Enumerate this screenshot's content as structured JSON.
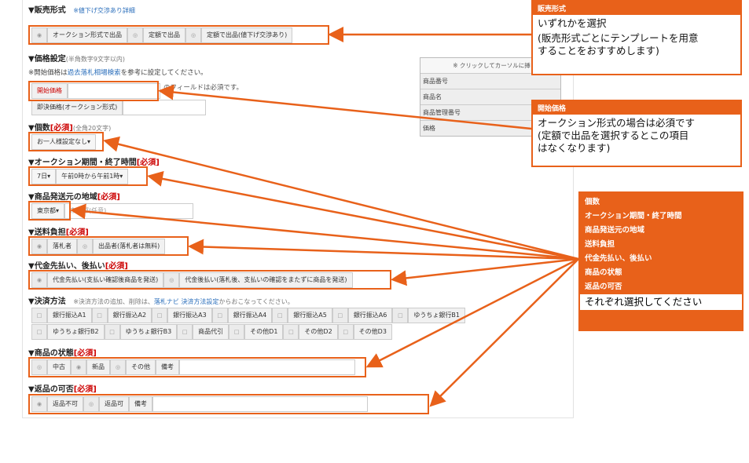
{
  "sales": {
    "heading": "▼販売形式",
    "note": "※値下げ交渉あり詳細",
    "options": [
      "オークション形式で出品",
      "定額で出品",
      "定額で出品(値下げ交渉あり)"
    ]
  },
  "price": {
    "heading": "▼価格設定",
    "hint": "(半角数字9文字以内)",
    "note_prefix": "※開始価格は",
    "note_link": "過去落札相場検索",
    "note_suffix": "を参考に設定してください。",
    "required_note": "のフィールドは必須です。",
    "start_label": "開始価格",
    "buynow_label": "即決価格(オークション形式)"
  },
  "attr_panel": {
    "header": "※ クリックしてカーソルに挿",
    "items": [
      "商品番号",
      "商品名",
      "商品管理番号",
      "価格"
    ]
  },
  "quantity": {
    "heading": "▼個数",
    "required": "[必須]",
    "hint": "(全角20文字)",
    "value": "お一人様設定なし▾"
  },
  "period": {
    "heading": "▼オークション期間・終了時間",
    "required": "[必須]",
    "days": "7日▾",
    "time": "午前0時から午前1時▾"
  },
  "origin": {
    "heading": "▼商品発送元の地域",
    "required": "[必須]",
    "pref": "東京都▾",
    "city_placeholder": "市区郡(任意)"
  },
  "shipping": {
    "heading": "▼送料負担",
    "required": "[必須]",
    "options": [
      "落札者",
      "出品者(落札者は無料)"
    ]
  },
  "cod": {
    "heading": "▼代金先払い、後払い",
    "required": "[必須]",
    "options": [
      "代金先払い(支払い確認後商品を発送)",
      "代金後払い(落札後、支払いの確認をまたずに商品を発送)"
    ]
  },
  "payment": {
    "heading": "▼決済方法",
    "note_prefix": "※決済方法の追加、削除は、",
    "note_link1": "落札ナビ",
    "note_link2": "決済方法設定",
    "note_suffix": "からおこなってください。",
    "row1": [
      "銀行振込A1",
      "銀行振込A2",
      "銀行振込A3",
      "銀行振込A4",
      "銀行振込A5",
      "銀行振込A6",
      "ゆうちょ銀行B1"
    ],
    "row2": [
      "ゆうちょ銀行B2",
      "ゆうちょ銀行B3",
      "商品代引",
      "その他D1",
      "その他D2",
      "その他D3"
    ]
  },
  "condition": {
    "heading": "▼商品の状態",
    "required": "[必須]",
    "options": [
      "中古",
      "新品",
      "その他"
    ],
    "remark_label": "備考"
  },
  "returns": {
    "heading": "▼返品の可否",
    "required": "[必須]",
    "options": [
      "返品不可",
      "返品可"
    ],
    "remark_label": "備考"
  },
  "callouts": {
    "c1": {
      "title": "販売形式",
      "line1": "いずれかを選択",
      "line2": "(販売形式ごとにテンプレートを用意",
      "line3": "することをおすすめします)"
    },
    "c2": {
      "title": "開始価格",
      "line1": "オークション形式の場合は必須です",
      "line2": "(定額で出品を選択するとこの項目",
      "line3": "はなくなります)"
    },
    "c3": {
      "items": [
        "個数",
        "オークション期間・終了時間",
        "商品発送元の地域",
        "送料負担",
        "代金先払い、後払い",
        "商品の状態",
        "返品の可否"
      ],
      "footer": "それぞれ選択してください"
    }
  },
  "colors": {
    "accent": "#e8611a",
    "required": "#cc0000",
    "link": "#2a6ebb"
  }
}
